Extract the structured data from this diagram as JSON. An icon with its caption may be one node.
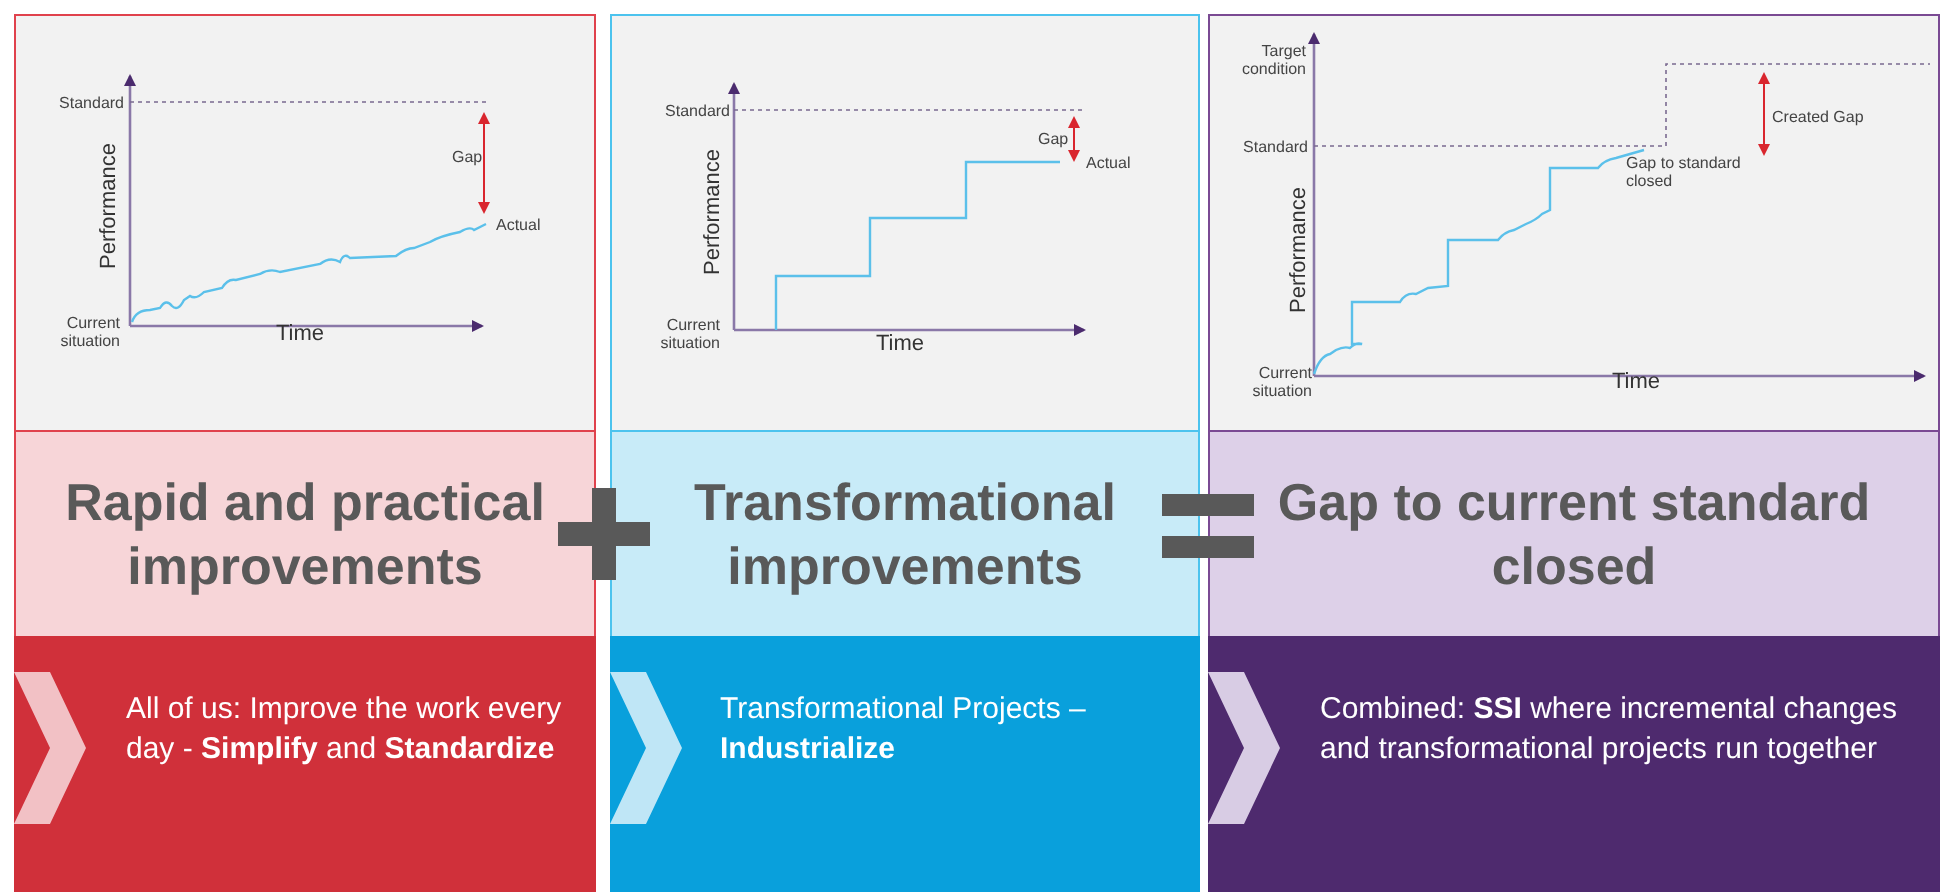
{
  "diagram": {
    "nodes": [
      {
        "text": [
          "Rapid and practical improvements"
        ]
      },
      {
        "text": [
          "Transformational improvements"
        ]
      },
      {
        "text": [
          "Gap to current standard closed"
        ]
      },
      {
        "text": [
          "All of us: Improve the work every day -  **Simplify** and **Standardize**"
        ]
      },
      {
        "text": [
          "Transformational Projects – **Industrialize**"
        ]
      },
      {
        "text": [
          "Combined: **SSI** where incremental changes and transformational projects run together"
        ]
      }
    ],
    "edges": [],
    "labels": [
      "Standard",
      "Gap",
      "Performance",
      "Actual",
      "Current situation",
      "Time",
      "Standard",
      "Gap",
      "Actual",
      "Performance",
      "Current situation",
      "Time",
      "Target condition",
      "Created Gap",
      "Standard",
      "Gap to standard closed",
      "Performance",
      "Current situation",
      "Time"
    ]
  }
}
